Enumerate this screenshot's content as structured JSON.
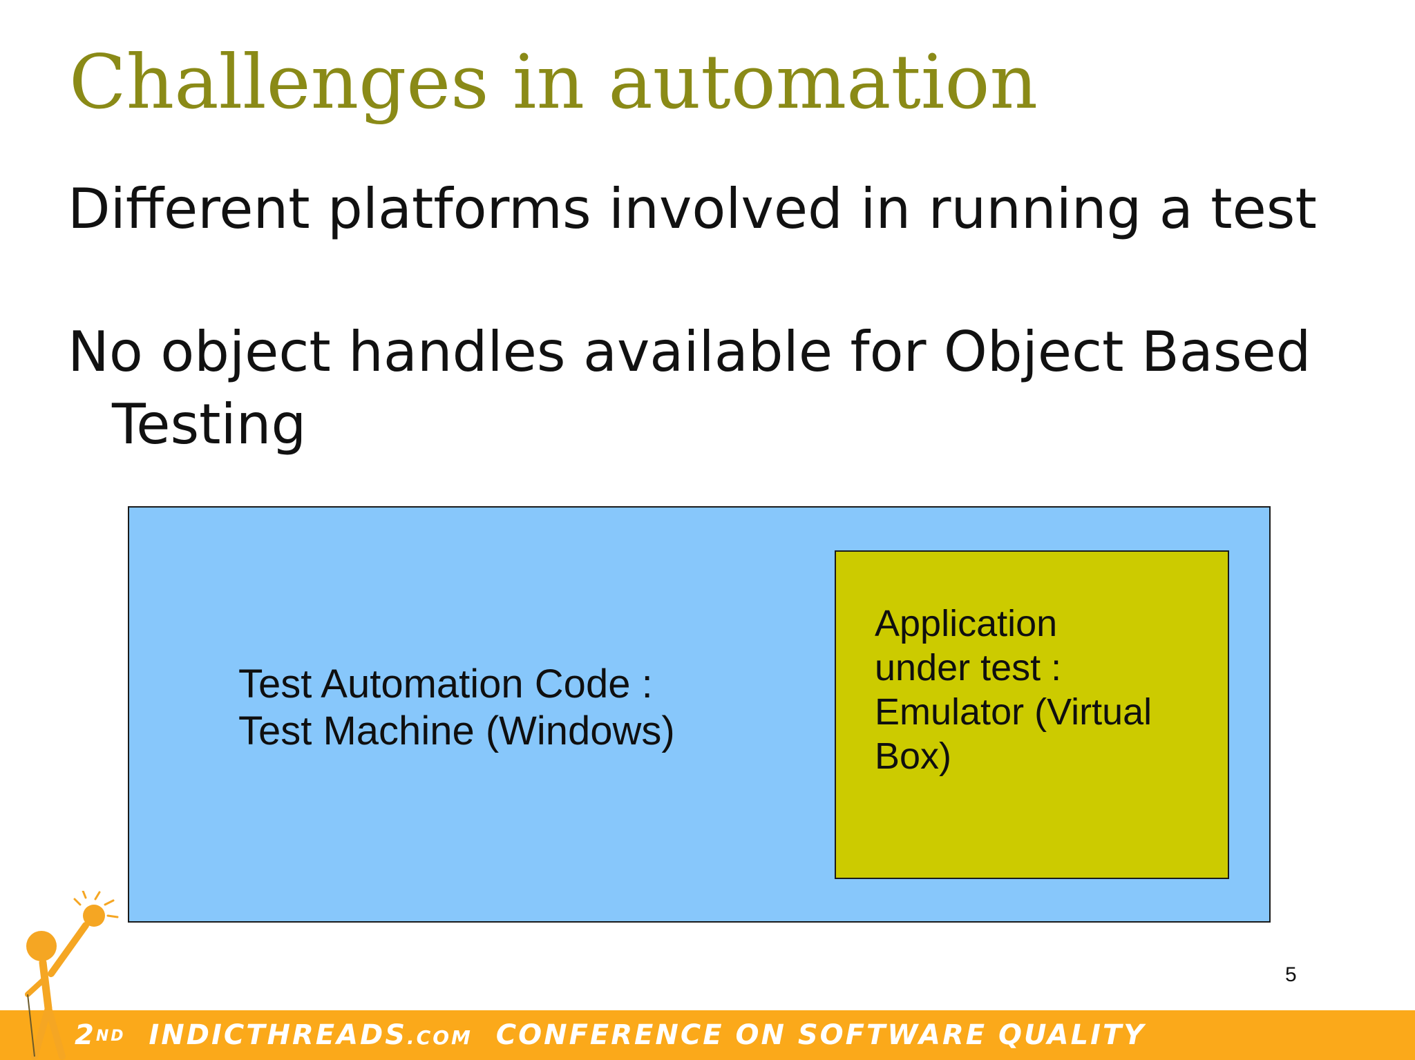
{
  "slide": {
    "title": "Challenges in automation",
    "bullets": [
      {
        "line1": "Different platforms involved in running a test",
        "line2": ""
      },
      {
        "line1": "No object handles available for Object Based",
        "line2": "Testing"
      }
    ],
    "diagram": {
      "outer_label_line1": "Test Automation Code :",
      "outer_label_line2": "Test Machine (Windows)",
      "inner_label_lines": [
        "Application",
        "under test :",
        "Emulator (Virtual",
        "Box)"
      ],
      "outer_color": "#87c7fb",
      "inner_color": "#cccb00"
    },
    "page_number": "5"
  },
  "footer": {
    "prefix": "2",
    "superscript": "ND",
    "site": "INDICTHREADS",
    "site_suffix": ".COM",
    "rest": "CONFERENCE ON SOFTWARE QUALITY",
    "background_color": "#fba91a"
  },
  "logo": {
    "icon": "stick-figure-with-lightbulb-icon"
  }
}
